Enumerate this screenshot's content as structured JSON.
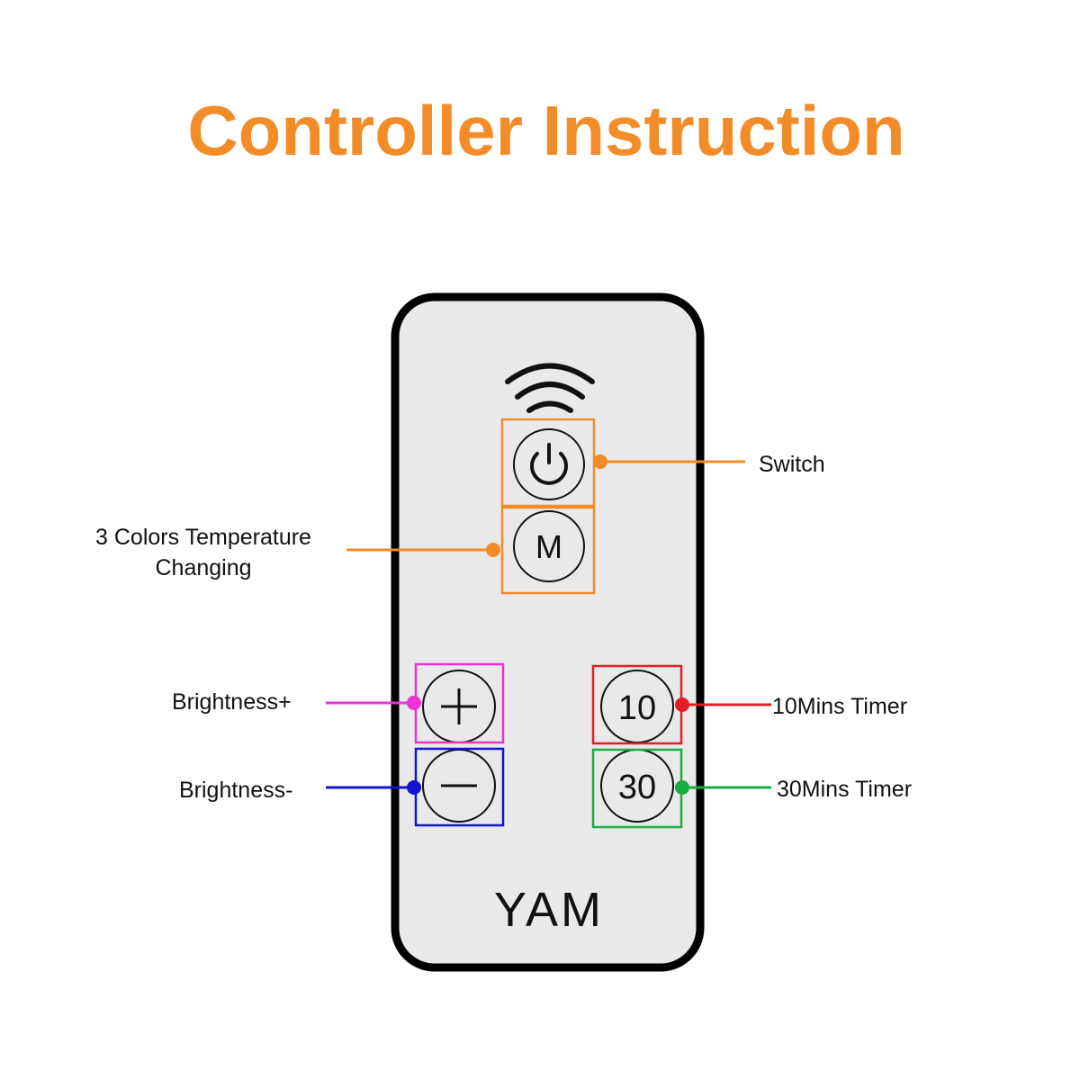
{
  "title": "Controller Instruction",
  "colors": {
    "title": "#f28c28",
    "switch": "#f28c28",
    "mode": "#f28c28",
    "brightness_up": "#e834d6",
    "brightness_down": "#1414d2",
    "timer_10": "#e41e26",
    "timer_30": "#1aad43",
    "remote_body": "#e9e9e9",
    "remote_border": "#000000"
  },
  "remote": {
    "brand": "YAM",
    "signal_icon": "wifi-signal-icon",
    "buttons": {
      "power": {
        "icon": "power-icon"
      },
      "mode": {
        "text": "M"
      },
      "plus": {
        "icon": "plus-icon"
      },
      "minus": {
        "icon": "minus-icon"
      },
      "timer10": {
        "text": "10"
      },
      "timer30": {
        "text": "30"
      }
    }
  },
  "labels": {
    "switch": "Switch",
    "mode_line1": "3 Colors Temperature",
    "mode_line2": "Changing",
    "brightness_up": "Brightness+",
    "brightness_down": "Brightness-",
    "timer_10": "10Mins Timer",
    "timer_30": "30Mins Timer"
  }
}
